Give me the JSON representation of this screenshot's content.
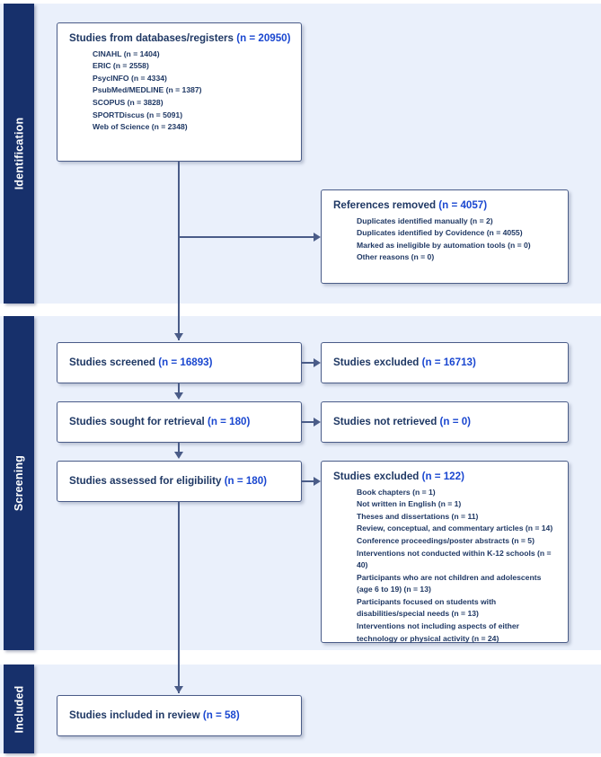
{
  "diagram": {
    "type": "prisma-flow-diagram",
    "colors": {
      "sidebar_navy": "#17306b",
      "panel_background": "#eaf0fb",
      "box_border": "#4a5c88",
      "label_text": "#1f3864",
      "count_text": "#1a47d0",
      "page_background": "#ffffff"
    }
  },
  "phases": [
    {
      "label": "Identification"
    },
    {
      "label": "Screening"
    },
    {
      "label": "Included"
    }
  ],
  "nodes": {
    "databases": {
      "title_text": "Studies from databases/registers ",
      "title_count": "(n = 20950)",
      "sublist": [
        "CINAHL (n = 1404)",
        "ERIC (n = 2558)",
        "PsycINFO (n = 4334)",
        "PsubMed/MEDLINE (n = 1387)",
        "SCOPUS (n = 3828)",
        "SPORTDiscus (n = 5091)",
        "Web of Science (n = 2348)"
      ]
    },
    "references_removed": {
      "title_text": "References removed ",
      "title_count": "(n = 4057)",
      "sublist": [
        "Duplicates identified manually (n = 2)",
        "Duplicates identified by Covidence (n = 4055)",
        "Marked as ineligible by automation tools (n = 0)",
        "Other reasons (n = 0)"
      ]
    },
    "screened": {
      "title_text": "Studies screened ",
      "title_count": "(n = 16893)"
    },
    "excluded_screened": {
      "title_text": "Studies excluded ",
      "title_count": "(n = 16713)"
    },
    "sought_retrieval": {
      "title_text": "Studies sought for retrieval ",
      "title_count": "(n = 180)"
    },
    "not_retrieved": {
      "title_text": "Studies not retrieved ",
      "title_count": "(n = 0)"
    },
    "assessed_eligibility": {
      "title_text": "Studies assessed for eligibility ",
      "title_count": "(n = 180)"
    },
    "excluded_eligibility": {
      "title_text": "Studies excluded ",
      "title_count": "(n = 122)",
      "sublist": [
        "Book chapters (n = 1)",
        "Not written in English (n = 1)",
        "Theses and dissertations (n = 11)",
        "Review, conceptual, and commentary articles (n = 14)",
        "Conference proceedings/poster abstracts (n = 5)",
        "Interventions not conducted within K-12 schools (n = 40)",
        "Participants who are not children and adolescents (age 6 to 19) (n = 13)",
        "Participants focused on students with disabilities/special needs (n = 13)",
        "Interventions not including aspects of either technology or physical activity (n = 24)"
      ]
    },
    "included_review": {
      "title_text": "Studies included in review ",
      "title_count": "(n = 58)"
    }
  }
}
